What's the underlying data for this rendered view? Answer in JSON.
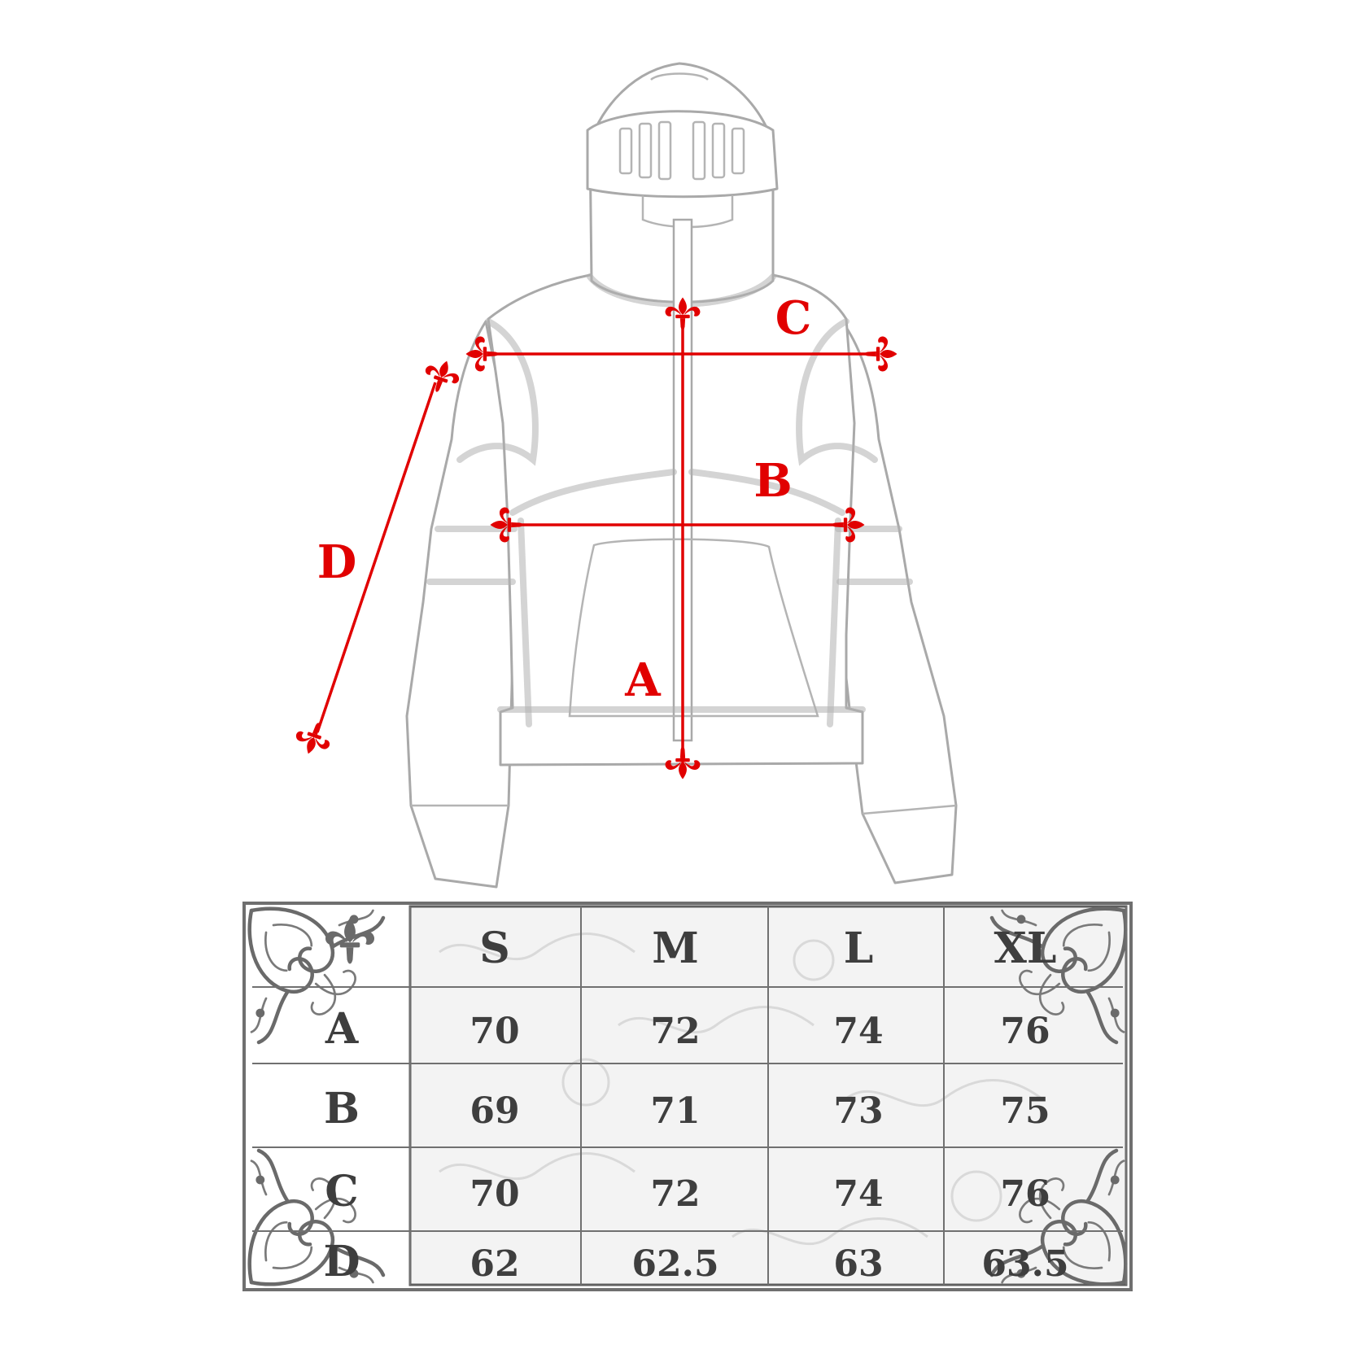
{
  "diagram": {
    "labels": {
      "a": "A",
      "b": "B",
      "c": "C",
      "d": "D"
    },
    "colors": {
      "measure": "#e10000",
      "garment_outline": "#a9a9a9",
      "table_ink": "#3e3e3e"
    }
  },
  "size_table": {
    "corner_icon": "fleur-de-lis-icon",
    "columns": [
      "S",
      "M",
      "L",
      "XL"
    ],
    "rows": [
      {
        "label": "A",
        "values": [
          "70",
          "72",
          "74",
          "76"
        ]
      },
      {
        "label": "B",
        "values": [
          "69",
          "71",
          "73",
          "75"
        ]
      },
      {
        "label": "C",
        "values": [
          "70",
          "72",
          "74",
          "76"
        ]
      },
      {
        "label": "D",
        "values": [
          "62",
          "62.5",
          "63",
          "63.5"
        ]
      }
    ]
  }
}
